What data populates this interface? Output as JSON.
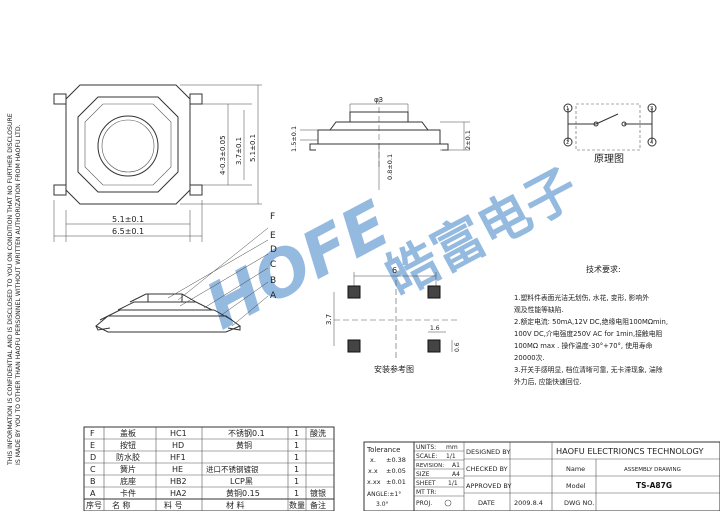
{
  "confidential_text": {
    "line1": "THIS INFORMATION IS CONFIDENTIAL AND IS DISCLOSED TO YOU ON CONDITION THAT NO FURTHER DISCLOSURE",
    "line2": "IS MADE BY YOU TO OTHER THAN HAOFU PERSONNEL WITHOUT WRITTEN AUTHORIZATION FROM HAOFU LTD."
  },
  "watermark": {
    "logo": "HOFE",
    "company_cn": "皓富电子"
  },
  "top_view": {
    "dim_width_inner": "5.1±0.1",
    "dim_width_outer": "6.5±0.1",
    "dim_height_inner": "4-0.3±0.05",
    "dim_height_mid": "3.7±0.1",
    "dim_height_outer": "5.1±0.1"
  },
  "side_view": {
    "dim_diameter": "φ3",
    "dim_height_left": "1.5±0.1",
    "dim_height_right": "2±0.1",
    "dim_height_below": "0.8±0.1"
  },
  "schematic": {
    "title": "原理图",
    "pins": [
      "1",
      "2",
      "3",
      "4"
    ]
  },
  "exploded": {
    "labels": [
      "F",
      "E",
      "D",
      "C",
      "B",
      "A"
    ]
  },
  "footprint": {
    "title": "安装参考图",
    "dim_top": "6",
    "dim_left": "3.7",
    "dim_pad": "1.6",
    "dim_pad_right": "0.6"
  },
  "requirements": {
    "title": "技术要求:",
    "lines": [
      "1.塑料件表面光洁无划伤, 水花, 变形, 影响外",
      "  观及性能等缺陷.",
      "2.额定电流: 50mA,12V DC,绝缘电阻100MΩmin,",
      "  100V DC,介电强度250V AC for 1min,接触电阻",
      "  100MΩ max . 操作温度-30°+70°, 使用寿命",
      "  20000次.",
      "3.开关手感明显, 档位清晰可靠, 无卡滞现象, 湍除",
      "  外力后, 应能快速回位."
    ]
  },
  "bom": {
    "header": [
      "序号",
      "名   称",
      "料   号",
      "材   料",
      "数量",
      "备注"
    ],
    "rows": [
      [
        "F",
        "盖板",
        "HC1",
        "不锈钢0.1",
        "1",
        "酸洗"
      ],
      [
        "E",
        "按钮",
        "HD",
        "黄铜",
        "1",
        ""
      ],
      [
        "D",
        "防水胶",
        "HF1",
        "",
        "1",
        ""
      ],
      [
        "C",
        "簧片",
        "HE",
        "进口不锈钢镀银",
        "1",
        ""
      ],
      [
        "B",
        "底座",
        "HB2",
        "LCP黑",
        "1",
        ""
      ],
      [
        "A",
        "卡件",
        "HA2",
        "黄铜0.15",
        "1",
        "镀银"
      ]
    ]
  },
  "tolerance": {
    "title": "Tolerance",
    "rows": [
      [
        "x.",
        "±0.38"
      ],
      [
        "x.x",
        "±0.05"
      ],
      [
        "x.xx",
        "±0.01"
      ]
    ],
    "angle": "ANGLE:±1°",
    "angle_sub": "3.0°"
  },
  "title_block": {
    "units_label": "UNITS:",
    "units_value": "mm",
    "scale_label": "SCALE:",
    "scale_value": "1/1",
    "revision_label": "REVISION:",
    "revision_value": "A1",
    "size_label": "SIZE",
    "size_value": "A4",
    "sheet_label": "SHEET",
    "sheet_value": "1/1",
    "mt_label": "MT TR:",
    "proj_label": "PROJ.",
    "designed_by": "DESIGNED BY",
    "checked_by": "CHECKED BY",
    "approved_by": "APPROVED BY",
    "date_label": "DATE",
    "date_value": "2009.8.4",
    "company": "HAOFU ELECTRIONCS TECHNOLOGY",
    "name_label": "Name",
    "name_value": "ASSEMBLY DRAWING",
    "model_label": "Model",
    "model_value": "TS-A87G",
    "dwg_label": "DWG NO."
  }
}
